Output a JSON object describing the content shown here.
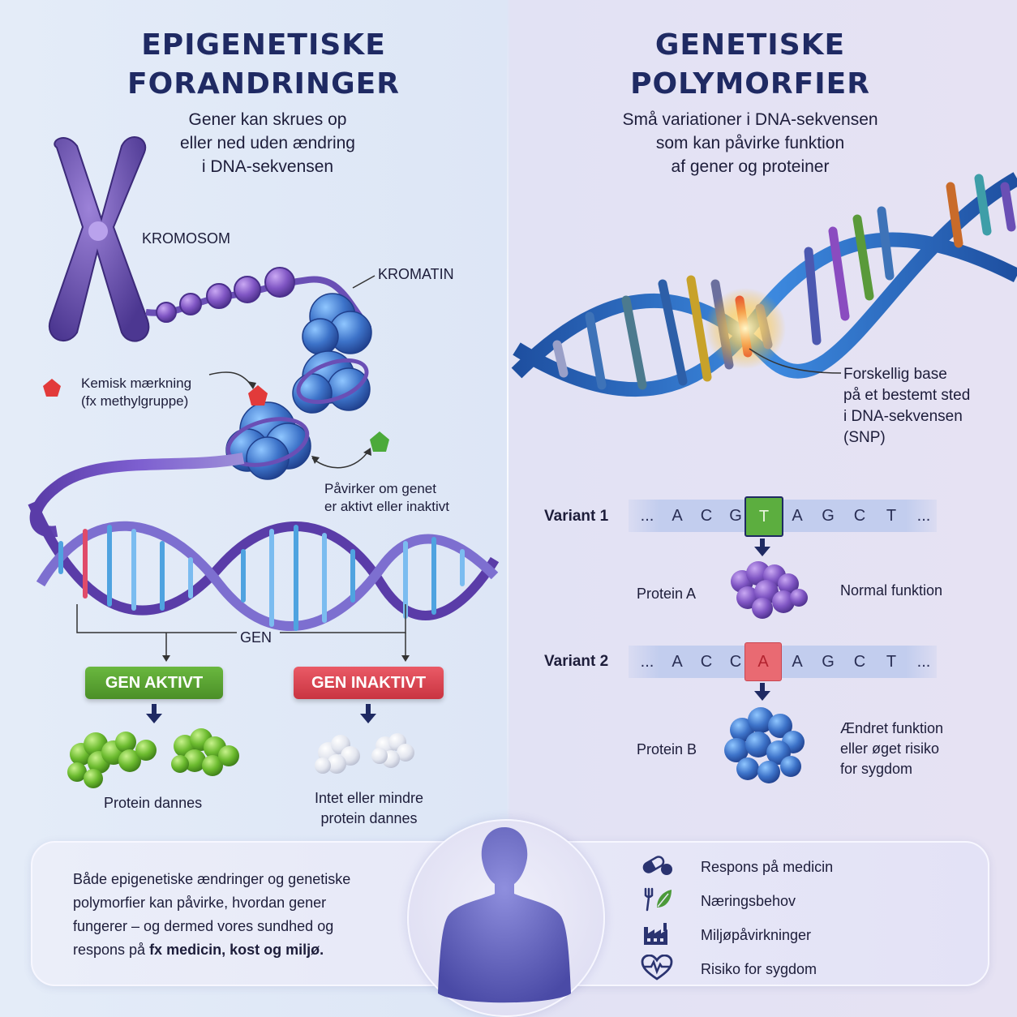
{
  "left": {
    "title_line1": "EPIGENETISKE",
    "title_line2": "FORANDRINGER",
    "subtitle_line1": "Gener kan skrues op",
    "subtitle_line2": "eller ned uden ændring",
    "subtitle_line3": "i DNA-sekvensen",
    "label_chromosome": "KROMOSOM",
    "label_chromatin": "KROMATIN",
    "mark_line1": "Kemisk mærkning",
    "mark_line2": "(fx methylgruppe)",
    "effect_line1": "Påvirker om genet",
    "effect_line2": "er aktivt eller inaktivt",
    "label_gene": "GEN",
    "active_label": "GEN AKTIVT",
    "inactive_label": "GEN INAKTIVT",
    "active_result": "Protein dannes",
    "inactive_result_line1": "Intet eller mindre",
    "inactive_result_line2": "protein dannes",
    "colors": {
      "active": "#5aa332",
      "inactive": "#dc4553",
      "mark_red": "#e23a3a",
      "mark_green": "#4caa3a"
    }
  },
  "right": {
    "title_line1": "GENETISKE",
    "title_line2": "POLYMORFIER",
    "subtitle_line1": "Små variationer i DNA-sekvensen",
    "subtitle_line2": "som kan påvirke funktion",
    "subtitle_line3": "af gener og proteiner",
    "snp_line1": "Forskellig base",
    "snp_line2": "på et bestemt sted",
    "snp_line3": "i DNA-sekvensen",
    "snp_line4": "(SNP)",
    "variant1": {
      "label": "Variant 1",
      "seq_left": [
        "...",
        "A",
        "C",
        "G"
      ],
      "snp": "T",
      "seq_right": [
        "A",
        "G",
        "C",
        "T",
        "..."
      ],
      "protein": "Protein A",
      "result": "Normal funktion",
      "snp_color": "#5cae3f"
    },
    "variant2": {
      "label": "Variant 2",
      "seq_left": [
        "...",
        "A",
        "C",
        "C"
      ],
      "snp": "A",
      "seq_right": [
        "A",
        "G",
        "C",
        "T",
        "..."
      ],
      "protein": "Protein B",
      "result_line1": "Ændret funktion",
      "result_line2": "eller øget risiko",
      "result_line3": "for sygdom",
      "snp_color": "#e96a72"
    }
  },
  "bottom": {
    "text_line1": "Både epigenetiske ændringer og genetiske",
    "text_line2": "polymorfier kan påvirke, hvordan gener",
    "text_line3": "fungerer – og dermed vores sundhed og",
    "text_line4_a": "respons på ",
    "text_line4_b": "fx medicin, kost og miljø.",
    "items": [
      {
        "icon": "pill-icon",
        "label": "Respons på medicin"
      },
      {
        "icon": "fork-leaf-icon",
        "label": "Næringsbehov"
      },
      {
        "icon": "factory-icon",
        "label": "Miljøpåvirkninger"
      },
      {
        "icon": "heart-pulse-icon",
        "label": "Risiko for sygdom"
      }
    ]
  }
}
